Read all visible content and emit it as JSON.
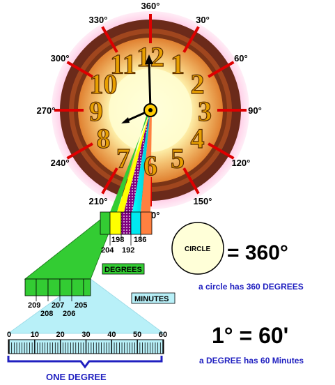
{
  "clock": {
    "numerals": [
      "12",
      "1",
      "2",
      "3",
      "4",
      "5",
      "6",
      "7",
      "8",
      "9",
      "10",
      "11"
    ],
    "degree_labels": [
      "360°",
      "30°",
      "60°",
      "90°",
      "120°",
      "150°",
      "180°",
      "210°",
      "240°",
      "270°",
      "300°",
      "330°"
    ]
  },
  "fan1_labels": [
    "204",
    "198",
    "192",
    "186"
  ],
  "fan2_labels": [
    "209",
    "208",
    "207",
    "206",
    "205"
  ],
  "degrees_tag": "DEGREES",
  "minutes_tag": "MINUTES",
  "ruler": {
    "labels": [
      "0",
      "10",
      "20",
      "30",
      "40",
      "50",
      "60"
    ],
    "caption": "ONE DEGREE"
  },
  "circle": {
    "label": "CIRCLE",
    "equation": "= 360°",
    "note": "a circle has 360 DEGREES"
  },
  "degree_eq": {
    "equation": "1° = 60'",
    "note": "a DEGREE has 60 Minutes"
  },
  "colors": {
    "green": "#33cc33",
    "yellow": "#ffff00",
    "purple": "#800080",
    "cyan": "#00e0e0",
    "orange": "#ff8040",
    "light_cyan": "#b8f0f8",
    "tick_red": "#dd0000",
    "numeral": "#e8a000",
    "blue": "#2020c0"
  }
}
